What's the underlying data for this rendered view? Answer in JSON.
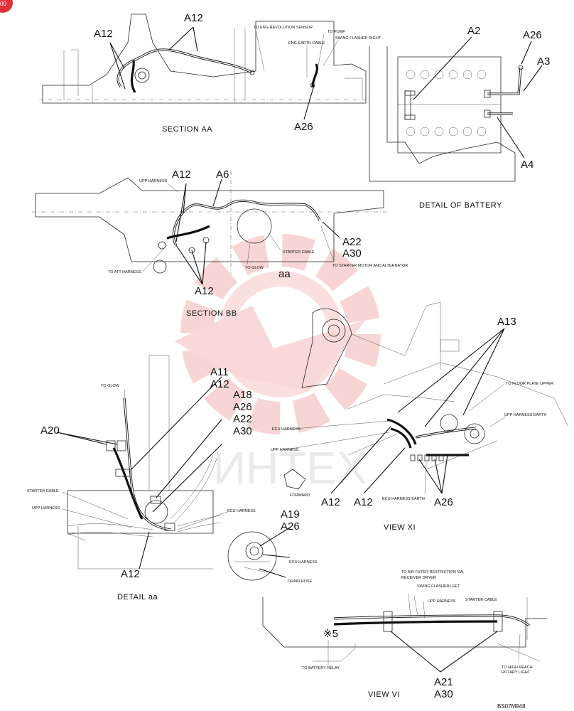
{
  "corner_badge": "00",
  "watermark": "ИНТЕХ",
  "views": {
    "section_aa": {
      "title": "SECTION AA",
      "callouts": [
        "A12",
        "A12",
        "A26"
      ],
      "notes": [
        "TO ENG.REVOLUTION SENSOR",
        "TO PUMP",
        "SWING FLASHER RIGHT",
        "ENG.EARTH CABLE"
      ]
    },
    "battery": {
      "title": "DETAIL OF BATTERY",
      "callouts": [
        "A2",
        "A26",
        "A3",
        "A4"
      ]
    },
    "section_bb": {
      "title": "SECTION BB",
      "callouts": [
        "A12",
        "A6",
        "A22",
        "A30",
        "A12"
      ],
      "notes": [
        "UPP HARNESS",
        "STARTER CABLE",
        "TO GLOW",
        "TO STARTER MOTOR AND ALTERNATOR",
        "TO ATT HARNESS"
      ],
      "detail_ref": "aa"
    },
    "view_xi": {
      "title": "VIEW XI",
      "callouts": [
        "A13",
        "A12",
        "A12",
        "A26"
      ],
      "notes": [
        "TO FLOOR PLATE UPPER",
        "UPP HARNESS EARTH",
        "ECU HARNESS",
        "UPP HARNESS",
        "ECU HARNESS EARTH",
        "FORWARD"
      ]
    },
    "detail_aa": {
      "title": "DETAIL aa",
      "callouts": [
        "A11",
        "A12",
        "A18",
        "A26",
        "A22",
        "A30",
        "A20",
        "A12",
        "A19",
        "A26"
      ],
      "notes": [
        "TO GLOW",
        "STARTER CABLE",
        "UPP HARNESS",
        "ECU HARNESS",
        "ECU HARNESS",
        "DRAIN HOSE"
      ]
    },
    "view_vi": {
      "title": "VIEW VI",
      "callouts": [
        "A21",
        "A30"
      ],
      "notes": [
        "TO AIR FILTER RESTRICTION SW.",
        "RECEIVER DRYER",
        "SWING FLASHER LEFT",
        "UPP HARNESS",
        "STARTER CABLE",
        "TO BATTERY RELAY",
        "TO HIGH REACH",
        "ROTARY LIGHT"
      ],
      "marker": "※5"
    }
  },
  "drawing_number": "BS07M948"
}
